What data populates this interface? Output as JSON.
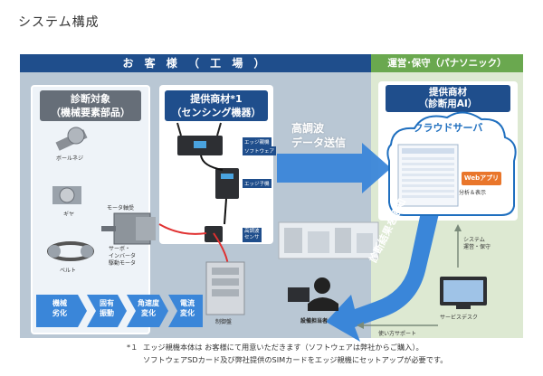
{
  "title": "システム構成",
  "customer_region": {
    "label": "お 客 様 （ 工 場 ）"
  },
  "service_region": {
    "label": "運営･保守（パナソニック）"
  },
  "diagnosis_target": {
    "title_line1": "診断対象",
    "title_line2": "（機械要素部品）",
    "components": [
      "ボールネジ",
      "ギヤ",
      "ベルト",
      "モータ軸受",
      "サーボ・\nインバータ\n駆動モータ"
    ]
  },
  "provided_product_sensing": {
    "title_line1": "提供商材*1",
    "title_line2": "（センシング機器）",
    "tags": [
      "エッジ親機",
      "ソフトウェア",
      "エッジ子機",
      "高調波\nセンサ"
    ]
  },
  "control_panel_label": "制御盤",
  "high_freq_arrow": {
    "line1": "高調波",
    "line2": "データ送信"
  },
  "cloud_product": {
    "title_line1": "提供商材",
    "title_line2": "（診断用AI）",
    "cloud_label": "クラウドサーバ",
    "web_app": "Webアプリ",
    "web_sub": "分析＆表示"
  },
  "diagnosis_notify_arrow": "診断結果を通知",
  "system_label": "システム\n運営・保守",
  "service_desk_label": "サービスデスク",
  "usage_support_label": "使い方サポート",
  "facility_staff_label": "設備担当者",
  "degradation_steps": [
    {
      "line1": "機械",
      "line2": "劣化"
    },
    {
      "line1": "固有",
      "line2": "振動"
    },
    {
      "line1": "角速度",
      "line2": "変化"
    },
    {
      "line1": "電流",
      "line2": "変化"
    }
  ],
  "footnote": {
    "mark": "*１",
    "line1": "エッジ親機本体は お客様にて用意いただきます（ソフトウェアは弊社からご購入）。",
    "line2": "ソフトウェアSDカード及び弊社提供のSIMカードをエッジ親機にセットアップが必要です。"
  },
  "colors": {
    "navy": "#1f4e8c",
    "green": "#6aa84f",
    "arrow_blue": "#3a86d9",
    "orange": "#e9762b"
  }
}
